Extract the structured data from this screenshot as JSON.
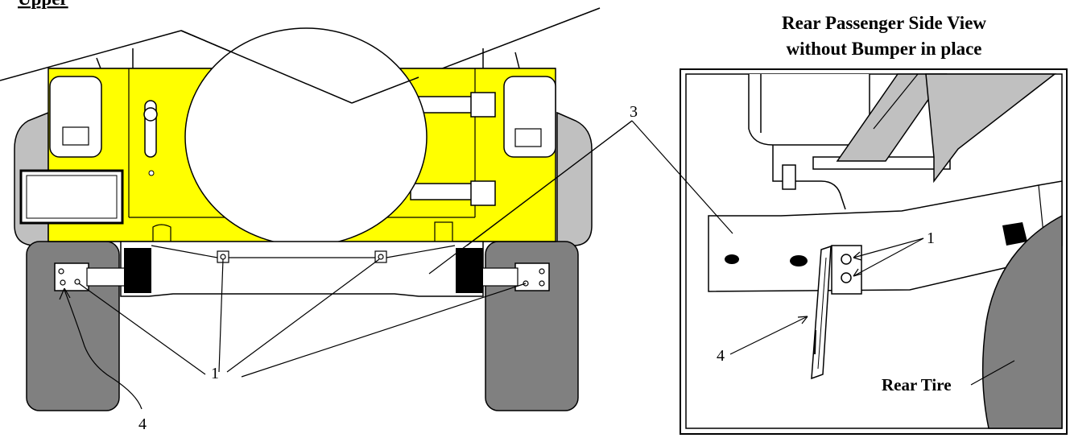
{
  "header_fragment": "Upper",
  "inset": {
    "title_line1": "Rear Passenger Side View",
    "title_line2": "without Bumper in place",
    "tire_label": "Rear Tire",
    "callout_1": "1",
    "callout_3": "3",
    "callout_4": "4"
  },
  "rear_view": {
    "callout_1": "1",
    "callout_3": "3",
    "callout_4": "4"
  },
  "colors": {
    "body_yellow": "#ffff00",
    "tire_gray": "#808080",
    "flare_gray": "#c0c0c0",
    "block_black": "#000000"
  }
}
